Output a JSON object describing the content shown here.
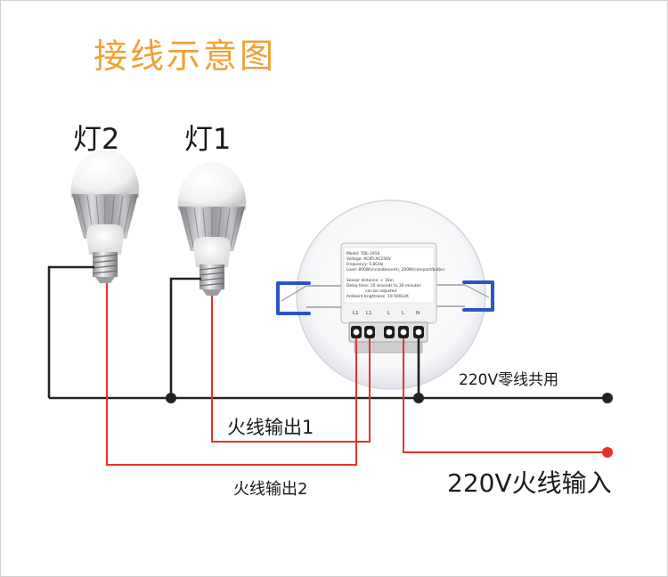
{
  "title": "接线示意图",
  "colors": {
    "title": "#f0a030",
    "live_wire": "#e8312f",
    "neutral_wire": "#222222",
    "clip": "#2a55c9"
  },
  "lamps": [
    {
      "label": "灯2"
    },
    {
      "label": "灯1"
    }
  ],
  "sensor": {
    "module_lines": [
      "Model: TDL-1916",
      "Voltage: AC85-AC256V",
      "Frequency: 5.8GHz",
      "Load: 800W(incandescent), 200W(compact/bulbs)",
      "Sensor distance: < 16m",
      "Delay time: 10 seconds to 30 minutes",
      "can be adjusted",
      "Ambient brightness: 10-500LUX"
    ],
    "terminals": [
      "L1",
      "L1",
      "L",
      "L",
      "N"
    ]
  },
  "wires": {
    "neutral_label": "220V零线共用",
    "output1_label": "火线输出1",
    "output2_label": "火线输出2",
    "input_label": "220V火线输入"
  }
}
